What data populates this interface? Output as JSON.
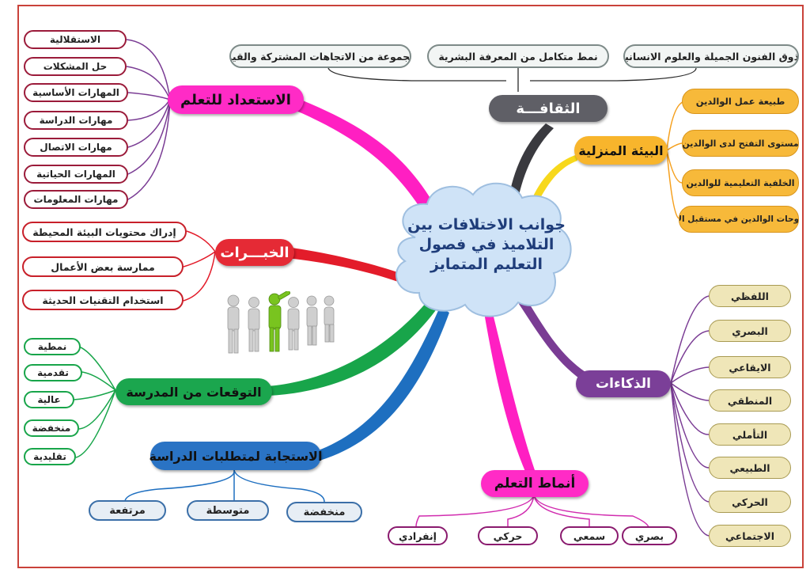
{
  "center": {
    "lines": [
      "جوانب الاختلافات بين",
      "التلاميذ في فصول",
      "التعليم المتمايز"
    ]
  },
  "colors": {
    "learning_readiness": "#ff1fc2",
    "experiences": "#e31c2a",
    "school_expectations": "#18a54a",
    "study_response": "#1e6fc0",
    "learning_styles": "#ff1fc2",
    "intelligences": "#7a3c94",
    "home": "#f5b325",
    "culture": "#606066"
  },
  "branches": {
    "culture": {
      "label": "الثقافـــة",
      "items": [
        "تذوق الفنون الجميلة والعلوم الانسانية",
        "نمط متكامل من المعرفة البشرية",
        "مجموعة من الاتجاهات المشتركة والقيم"
      ]
    },
    "learning_readiness": {
      "label": "الاستعداد للتعلم",
      "items": [
        "الاستقلالية",
        "حل المشكلات",
        "المهارات الأساسية",
        "مهارات الدراسة",
        "مهارات الاتصال",
        "المهارات الحياتية",
        "مهارات المعلومات"
      ]
    },
    "home": {
      "label": "البيئة المنزلية",
      "items": [
        "طبيعة عمل الوالدين",
        "مستوى التفتح لدى الوالدين",
        "الخلفية التعليمية للوالدين",
        "طموحات الوالدين في مستقبل الأبن"
      ]
    },
    "experiences": {
      "label": "الخبـــرات",
      "items": [
        "إدراك محتويات البيئة المحيطة",
        "ممارسة بعض الأعمال",
        "استخدام التقنيات الحديثة"
      ]
    },
    "intelligences": {
      "label": "الذكاءات",
      "items": [
        "اللفظي",
        "البصري",
        "الايقاعي",
        "المنطقي",
        "التأملي",
        "الطبيعي",
        "الحركي",
        "الاجتماعي"
      ]
    },
    "school_expectations": {
      "label": "التوقعات من المدرسة",
      "items": [
        "نمطية",
        "تقدمية",
        "عالية",
        "منخفضة",
        "تقليدية"
      ]
    },
    "study_response": {
      "label": "الاستجابة لمتطلبات الدراسة",
      "items": [
        "مرتفعة",
        "متوسطة",
        "منخفضة"
      ]
    },
    "learning_styles": {
      "label": "أنماط التعلم",
      "items": [
        "إنفرادي",
        "حركي",
        "سمعي",
        "بصري"
      ]
    }
  }
}
